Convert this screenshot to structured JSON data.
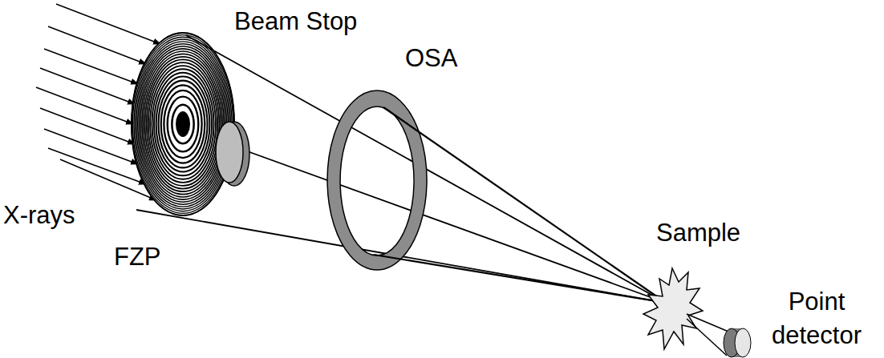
{
  "diagram": {
    "labels": [
      "Beam Stop",
      "OSA",
      "X-rays",
      "FZP",
      "Sample",
      "Point detector"
    ]
  }
}
